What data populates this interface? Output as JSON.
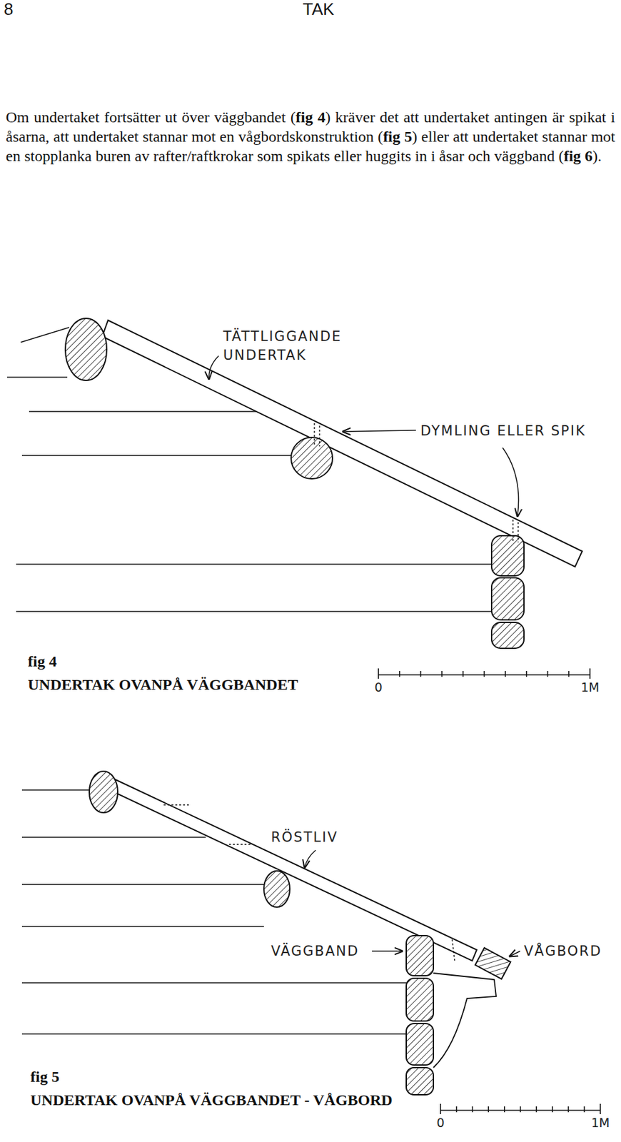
{
  "diagram": {
    "title": "TAK",
    "labels": [
      "8",
      "Om undertaket fortsätter ut över väggbandet (",
      "fig 4",
      ") kräver det att undertaket antingen är spikat i åsarna, att undertaket stannar mot en vågbordskonstruktion (",
      "fig 5",
      ") eller att undertaket stannar mot en stopplanka buren av rafter/raftkrokar som spikats eller huggits in i åsar och väggband (",
      "fig 6",
      ").",
      "TÄTTLIGGANDE UNDERTAK",
      "DYMLING ELLER SPIK",
      "fig 4",
      "UNDERTAK OVANPÅ VÄGGBANDET",
      "0",
      "1M",
      "RÖSTLIV",
      "VÄGGBAND",
      "VÅGBORD",
      "fig 5",
      "UNDERTAK OVANPÅ VÄGGBANDET - VÅGBORD",
      "0",
      "1M"
    ]
  }
}
